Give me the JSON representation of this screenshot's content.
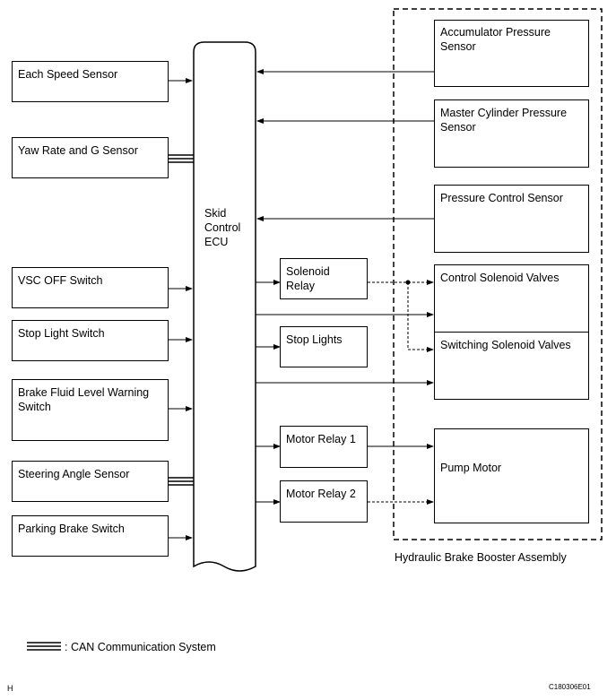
{
  "ecu": {
    "label": "Skid\nControl\nECU"
  },
  "inputs": {
    "each_speed_sensor": "Each Speed Sensor",
    "yaw_rate_g_sensor": "Yaw Rate and G Sensor",
    "vsc_off_switch": "VSC OFF Switch",
    "stop_light_switch": "Stop Light Switch",
    "brake_fluid_level_warning_switch": "Brake Fluid Level Warning Switch",
    "steering_angle_sensor": "Steering Angle Sensor",
    "parking_brake_switch": "Parking Brake Switch"
  },
  "relays": {
    "solenoid_relay": "Solenoid Relay",
    "stop_lights": "Stop Lights",
    "motor_relay_1": "Motor Relay 1",
    "motor_relay_2": "Motor Relay 2"
  },
  "assembly": {
    "title": "Hydraulic Brake Booster Assembly",
    "accumulator_pressure_sensor": "Accumulator Pressure Sensor",
    "master_cylinder_pressure_sensor": "Master Cylinder Pressure Sensor",
    "pressure_control_sensor": "Pressure Control Sensor",
    "control_solenoid_valves": "Control Solenoid Valves",
    "switching_solenoid_valves": "Switching Solenoid Valves",
    "pump_motor": "Pump Motor"
  },
  "legend": {
    "can_label": ": CAN Communication System"
  },
  "footer": {
    "left_code": "H",
    "right_code": "C180306E01"
  }
}
